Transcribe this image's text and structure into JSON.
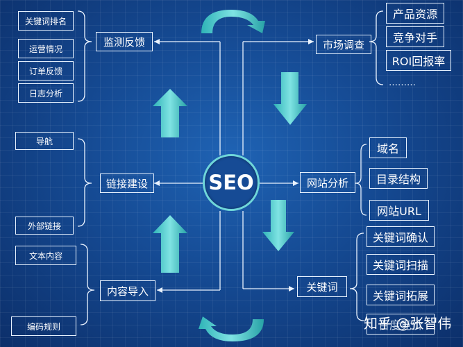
{
  "center": "SEO",
  "nodes": {
    "monitor": "监测反馈",
    "market": "市场调查",
    "links": "链接建设",
    "site": "网站分析",
    "content": "内容导入",
    "keyword": "关键词"
  },
  "monitor_items": [
    "关键词排名",
    "运营情况",
    "订单反馈",
    "日志分析"
  ],
  "market_items": [
    "产品资源",
    "竞争对手",
    "ROI回报率"
  ],
  "market_more": "………",
  "links_items": [
    "导航",
    "外部链接"
  ],
  "site_items": [
    "域名",
    "目录结构",
    "网站URL"
  ],
  "content_items": [
    "文本内容",
    "编码规则"
  ],
  "keyword_items": [
    "关键词确认",
    "关键词扫描",
    "关键词拓展",
    "百度竞价"
  ],
  "watermark": "知乎 @张智伟"
}
